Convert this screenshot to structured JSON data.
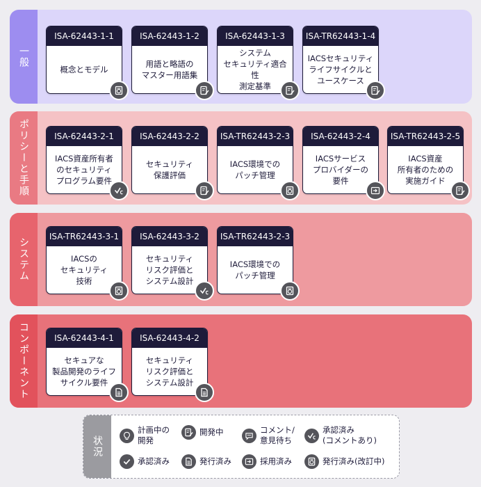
{
  "bands": [
    {
      "label": "一般",
      "color": "#dcd6fa",
      "labelColor": "#9d8df0",
      "cards": [
        {
          "id": "ISA-62443-1-1",
          "title": "概念とモデル",
          "status": "published-rev"
        },
        {
          "id": "ISA-62443-1-2",
          "title": "用語と略語の\nマスター用語集",
          "status": "development"
        },
        {
          "id": "ISA-62443-1-3",
          "title": "システム\nセキュリティ適合性\n測定基準",
          "status": "development"
        },
        {
          "id": "ISA-TR62443-1-4",
          "title": "IACSセキュリティ\nライフサイクルと\nユースケース",
          "status": "development"
        }
      ]
    },
    {
      "label": "ポリシーと手順",
      "color": "#f5c2c5",
      "labelColor": "#e97a83",
      "cards": [
        {
          "id": "ISA-62443-2-1",
          "title": "IACS資産所有者\nのセキュリティ\nプログラム要件",
          "status": "approved-comments"
        },
        {
          "id": "ISA-62443-2-2",
          "title": "セキュリティ\n保護評価",
          "status": "development"
        },
        {
          "id": "ISA-TR62443-2-3",
          "title": "IACS環境での\nパッチ管理",
          "status": "published-rev"
        },
        {
          "id": "ISA-62443-2-4",
          "title": "IACSサービス\nプロバイダーの\n要件",
          "status": "adopted"
        },
        {
          "id": "ISA-TR62443-2-5",
          "title": "IACS資産\n所有者のための\n実施ガイド",
          "status": "development"
        }
      ]
    },
    {
      "label": "システム",
      "color": "#ee9a9f",
      "labelColor": "#e7646d",
      "cards": [
        {
          "id": "ISA-TR62443-3-1",
          "title": "IACSの\nセキュリティ\n技術",
          "status": "published-rev"
        },
        {
          "id": "ISA-62443-3-2",
          "title": "セキュリティ\nリスク評価と\nシステム設計",
          "status": "approved-comments"
        },
        {
          "id": "ISA-TR62443-2-3",
          "title": "IACS環境での\nパッチ管理",
          "status": "published-rev"
        }
      ]
    },
    {
      "label": "コンポーネント",
      "color": "#e8727a",
      "labelColor": "#e2525c",
      "cards": [
        {
          "id": "ISA-62443-4-1",
          "title": "セキュアな\n製品開発のライフ\nサイクル要件",
          "status": "published"
        },
        {
          "id": "ISA-62443-4-2",
          "title": "セキュリティ\nリスク評価と\nシステム設計",
          "status": "published"
        }
      ]
    }
  ],
  "legend": {
    "title": "状況",
    "items": [
      {
        "icon": "planned",
        "label": "計画中の\n開発"
      },
      {
        "icon": "development",
        "label": "開発中"
      },
      {
        "icon": "comment",
        "label": "コメント/\n意見待ち"
      },
      {
        "icon": "approved-comments",
        "label": "承認済み\n(コメントあり)"
      },
      {
        "icon": "approved",
        "label": "承認済み"
      },
      {
        "icon": "published",
        "label": "発行済み"
      },
      {
        "icon": "adopted",
        "label": "採用済み"
      },
      {
        "icon": "published-rev",
        "label": "発行済み(改訂中)"
      }
    ]
  }
}
